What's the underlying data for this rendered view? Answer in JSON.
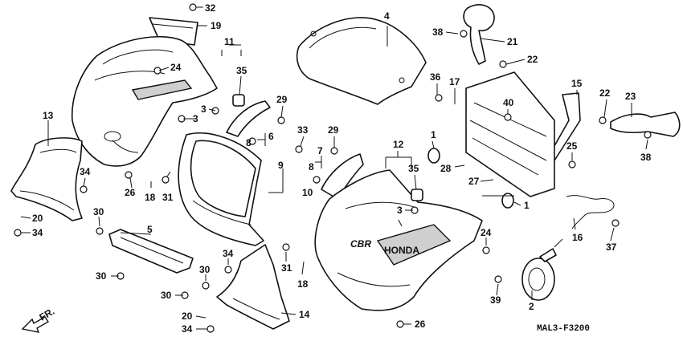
{
  "diagram": {
    "code": "MAL3-F3200",
    "direction_label": "FR.",
    "callouts": [
      "1",
      "2",
      "3",
      "4",
      "5",
      "6",
      "7",
      "8",
      "9",
      "10",
      "11",
      "12",
      "13",
      "14",
      "15",
      "16",
      "17",
      "18",
      "19",
      "20",
      "21",
      "22",
      "23",
      "24",
      "25",
      "26",
      "27",
      "28",
      "29",
      "30",
      "31",
      "32",
      "33",
      "34",
      "35",
      "36",
      "37",
      "38",
      "39",
      "40"
    ],
    "fairing_logo": "CBR",
    "fairing_brand": "HONDA"
  }
}
